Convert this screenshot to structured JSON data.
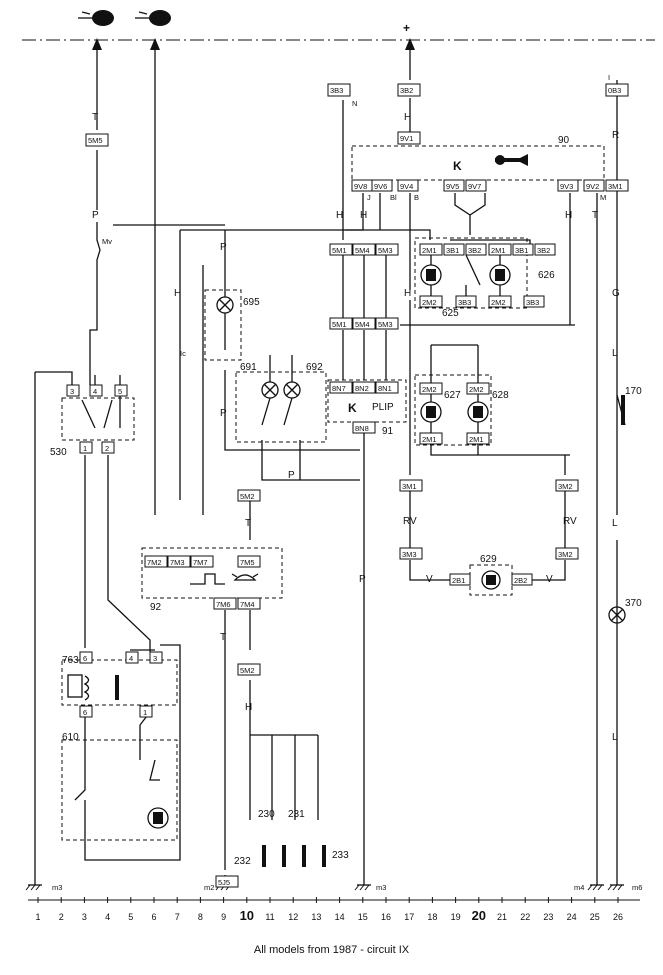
{
  "caption": "All models from 1987 - circuit IX",
  "supply_symbol": "+",
  "components": {
    "c90": "90",
    "c626": "626",
    "c625": "625",
    "c695": "695",
    "c691": "691",
    "c692": "692",
    "c627": "627",
    "c628": "628",
    "c91": "91",
    "c530": "530",
    "c92": "92",
    "c629": "629",
    "c170": "170",
    "c370": "370",
    "c763": "763",
    "c610": "610",
    "c230": "230",
    "c231": "231",
    "c232": "232",
    "c233": "233"
  },
  "special_labels": {
    "k_upper": "K",
    "k_lower": "K",
    "plip": "PLIP"
  },
  "wire_labels": {
    "T": "T",
    "P": "P",
    "H": "H",
    "R": "R",
    "G": "G",
    "L": "L",
    "RV": "RV",
    "V": "V",
    "Mv": "Mv",
    "Ic": "Ic",
    "N": "N",
    "B": "B",
    "M": "M",
    "J": "J",
    "Bl": "Bl",
    "I": "I"
  },
  "connectors": {
    "3B3": "3B3",
    "3B2": "3B2",
    "9V1": "9V1",
    "0B3": "0B3",
    "5M5": "5M5",
    "9V8": "9V8",
    "9V6": "9V6",
    "9V4": "9V4",
    "9V5": "9V5",
    "9V7": "9V7",
    "9V3": "9V3",
    "9V2": "9V2",
    "3M1": "3M1",
    "5M1": "5M1",
    "5M4": "5M4",
    "5M3": "5M3",
    "2M1": "2M1",
    "3B1": "3B1",
    "2M2": "2M2",
    "8N7": "8N7",
    "8N2": "8N2",
    "8N1": "8N1",
    "8N8": "8N8",
    "5M2": "5M2",
    "3M2": "3M2",
    "3M3": "3M3",
    "2B1": "2B1",
    "2B2": "2B2",
    "7M2": "7M2",
    "7M3": "7M3",
    "7M7": "7M7",
    "7M5": "7M5",
    "7M6": "7M6",
    "7M4": "7M4",
    "5J5": "5J5",
    "4": "4",
    "6": "6"
  },
  "pins": {
    "p1": "1",
    "p2": "2",
    "p3": "3",
    "p4": "4",
    "p5": "5",
    "p6": "6"
  },
  "grounds": {
    "m2": "m2",
    "m3": "m3",
    "m4": "m4",
    "m6": "m6"
  },
  "ruler": [
    "1",
    "2",
    "3",
    "4",
    "5",
    "6",
    "7",
    "8",
    "9",
    "10",
    "11",
    "12",
    "13",
    "14",
    "15",
    "16",
    "17",
    "18",
    "19",
    "20",
    "21",
    "22",
    "23",
    "24",
    "25",
    "26"
  ],
  "ruler_bold": [
    "10",
    "20"
  ]
}
